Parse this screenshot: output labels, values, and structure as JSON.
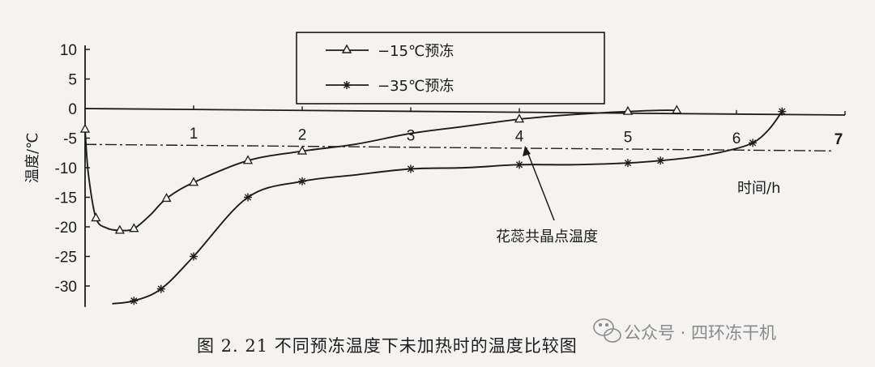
{
  "chart_data": {
    "type": "line",
    "xlabel": "时间/h",
    "ylabel": "温度/℃",
    "xlim": [
      0,
      7
    ],
    "ylim": [
      -33,
      10
    ],
    "x_ticks": [
      "1",
      "2",
      "3",
      "4",
      "5",
      "6",
      "7"
    ],
    "y_ticks": [
      "10",
      "5",
      "0",
      "-5",
      "-10",
      "-15",
      "-20",
      "-25",
      "-30"
    ],
    "series": [
      {
        "name": "−15℃预冻",
        "marker": "triangle",
        "points": [
          [
            0.0,
            -3.5
          ],
          [
            0.03,
            -11
          ],
          [
            0.1,
            -18.5
          ],
          [
            0.2,
            -20.2
          ],
          [
            0.32,
            -20.6
          ],
          [
            0.45,
            -20.3
          ],
          [
            0.6,
            -18
          ],
          [
            0.75,
            -15.2
          ],
          [
            1.0,
            -12.5
          ],
          [
            1.5,
            -8.8
          ],
          [
            2.0,
            -7.2
          ],
          [
            2.5,
            -6.0
          ],
          [
            3.0,
            -4.2
          ],
          [
            3.5,
            -3.0
          ],
          [
            4.0,
            -1.8
          ],
          [
            4.5,
            -1.0
          ],
          [
            5.0,
            -0.5
          ],
          [
            5.3,
            -0.3
          ],
          [
            5.45,
            -0.3
          ]
        ]
      },
      {
        "name": "−35℃预冻",
        "marker": "asterisk",
        "points": [
          [
            0.25,
            -33
          ],
          [
            0.45,
            -32.5
          ],
          [
            0.7,
            -30.5
          ],
          [
            1.0,
            -25
          ],
          [
            1.5,
            -15
          ],
          [
            2.0,
            -12.3
          ],
          [
            2.5,
            -11.2
          ],
          [
            3.0,
            -10.2
          ],
          [
            3.5,
            -10.0
          ],
          [
            4.0,
            -9.5
          ],
          [
            4.5,
            -9.5
          ],
          [
            5.0,
            -9.2
          ],
          [
            5.3,
            -8.8
          ],
          [
            5.6,
            -8.2
          ],
          [
            5.9,
            -7.2
          ],
          [
            6.15,
            -5.8
          ],
          [
            6.3,
            -3.5
          ],
          [
            6.42,
            -0.5
          ]
        ]
      }
    ],
    "reference_line": {
      "y": -6.2,
      "style": "dash-dot",
      "x_range": [
        0,
        6.9
      ]
    },
    "annotations": [
      {
        "text": "花蕊共晶点温度",
        "points_to": [
          4.07,
          -6.2
        ]
      }
    ],
    "legend": {
      "placement": "top-center",
      "boxed": true
    }
  },
  "caption": "图 2. 21   不同预冻温度下未加热时的温度比较图",
  "watermark": "公众号 · 四环冻干机",
  "colors": {
    "ink": "#1c1c1c",
    "paper": "#f4f3f1",
    "watermark": "#8a8a8a"
  }
}
